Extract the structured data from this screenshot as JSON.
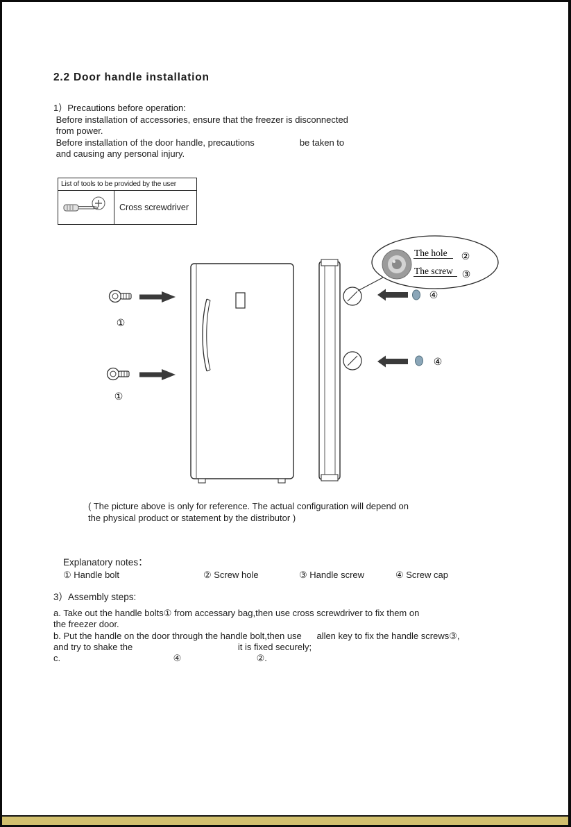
{
  "page": {
    "title": "2.2 Door handle installation"
  },
  "precautions": {
    "lines": [
      "1）Precautions before operation:",
      " Before installation of accessories, ensure that the freezer is disconnected",
      " from power.",
      " Before installation of the door handle, precautions                  be taken to",
      " and causing any personal injury."
    ]
  },
  "tools_table": {
    "header": "List of tools to be provided by the user",
    "tool_name": "Cross screwdriver"
  },
  "diagram": {
    "num1": "①",
    "num2": "②",
    "num3": "③",
    "num4": "④",
    "hole_label": "The hole",
    "screw_label": "The screw"
  },
  "caption": {
    "lines": [
      "( The picture above is only for reference. The actual configuration will depend on",
      "the physical product or statement by the distributor )"
    ]
  },
  "notes": {
    "heading": "Explanatory notes：",
    "items": [
      "① Handle bolt",
      "② Screw hole",
      "③ Handle screw",
      "④ Screw cap"
    ]
  },
  "assembly": {
    "heading": "3）Assembly steps:",
    "lines": [
      "a. Take out the handle bolts① from accessary bag,then use cross screwdriver to fix them on",
      "the freezer door.",
      "b. Put the handle on the door through the handle bolt,then use      allen key to fix the handle screws③,",
      "and try to shake the                                          it is fixed securely;",
      "c.                                             ④                              ②."
    ]
  }
}
